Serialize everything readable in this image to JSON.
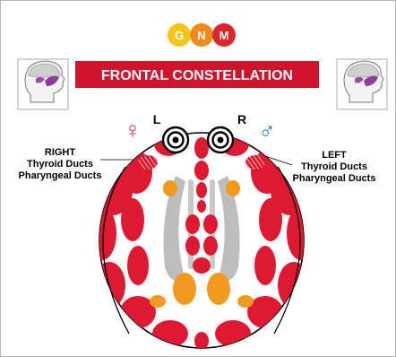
{
  "logo": {
    "letters": [
      "G",
      "N",
      "M"
    ],
    "colors": [
      "#f5c518",
      "#f08a1c",
      "#e0242c"
    ]
  },
  "banner": {
    "title": "FRONTAL CONSTELLATION",
    "color": "#d0142c"
  },
  "sides": {
    "female_symbol": "♀",
    "male_symbol": "♂",
    "left_marker": "L",
    "right_marker": "R",
    "female_color": "#e0287a",
    "male_color": "#1e7fd8"
  },
  "labels": {
    "right_side": [
      "RIGHT",
      "Thyroid Ducts",
      "Pharyngeal Ducts"
    ],
    "left_side": [
      "LEFT",
      "Thyroid Ducts",
      "Pharyngeal Ducts"
    ]
  },
  "colors": {
    "relay_red": "#dd1a32",
    "relay_orange": "#f29a1e",
    "duct_grey": "#bdbdbd"
  }
}
